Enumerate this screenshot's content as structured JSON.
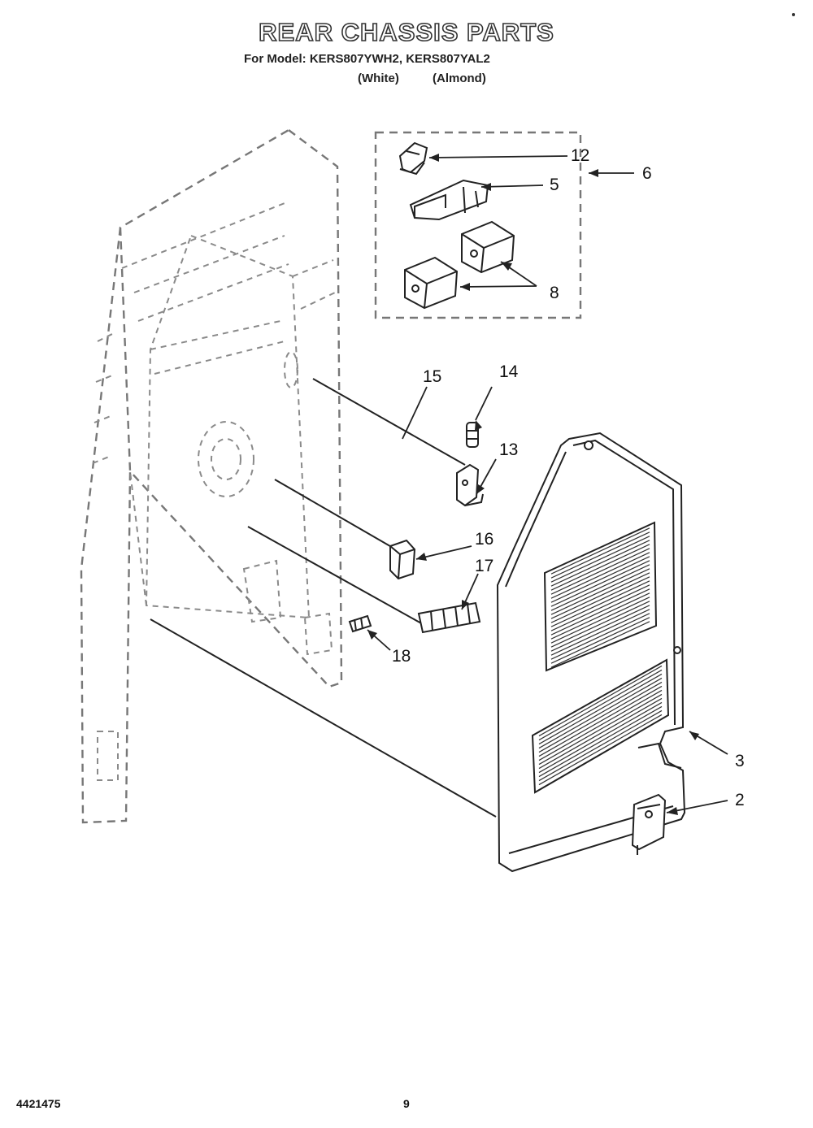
{
  "header": {
    "title": "REAR CHASSIS PARTS",
    "model_line": "For Model: KERS807YWH2, KERS807YAL2",
    "color_white": "(White)",
    "color_almond": "(Almond)"
  },
  "callouts": [
    "12",
    "5",
    "6",
    "8",
    "15",
    "14",
    "13",
    "16",
    "17",
    "18",
    "3",
    "2"
  ],
  "footer": {
    "doc_number": "4421475",
    "page_number": "9"
  }
}
